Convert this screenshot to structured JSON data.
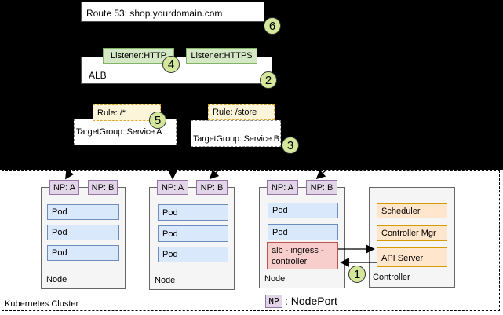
{
  "route53": {
    "label": "Route 53: shop.yourdomain.com",
    "badge": "6"
  },
  "alb": {
    "label": "ALB",
    "badge": "2"
  },
  "listeners": [
    {
      "label": "Listener:HTTP"
    },
    {
      "label": "Listener:HTTPS"
    }
  ],
  "listeners_badge": "4",
  "rules": [
    {
      "label": "Rule: /*",
      "badge": "5"
    },
    {
      "label": "Rule: /store"
    }
  ],
  "target_groups": [
    {
      "label": "TargetGroup: Service A"
    },
    {
      "label": "TargetGroup: Service B"
    }
  ],
  "target_groups_badge": "3",
  "cluster": {
    "label": "Kubernetes Cluster",
    "nodes": [
      {
        "label": "Node",
        "nodeports": [
          "NP: A",
          "NP: B"
        ],
        "pods": [
          "Pod",
          "Pod",
          "Pod"
        ]
      },
      {
        "label": "Node",
        "nodeports": [
          "NP: A",
          "NP: B"
        ],
        "pods": [
          "Pod",
          "Pod",
          "Pod"
        ]
      },
      {
        "label": "Node",
        "nodeports": [
          "NP: A",
          "NP: B"
        ],
        "pods": [
          "Pod",
          "Pod"
        ],
        "ingress_lines": [
          "alb - ingress -",
          "controller"
        ],
        "badge": "1"
      }
    ],
    "controller": {
      "label": "Controller",
      "components": [
        "Scheduler",
        "Controller Mgr",
        "API Server"
      ]
    },
    "legend": {
      "np": "NP",
      "text": ": NodePort"
    }
  },
  "colors": {
    "background_top": "#000000",
    "green_fill": "#d5e8c6",
    "green_border": "#82b366",
    "yellow_fill": "#fdf5d9",
    "yellow_border": "#dda728",
    "purple_fill": "#e1d5e7",
    "purple_border": "#9673a6",
    "blue_fill": "#dae8fc",
    "blue_border": "#6c8ebf",
    "red_fill": "#f8cecc",
    "red_border": "#b85450",
    "orange_fill": "#ffe6cc",
    "orange_border": "#d79b00",
    "node_fill": "#f5f5f5",
    "node_border": "#666666",
    "badge_fill": "#d4e79b",
    "badge_border": "#2f3337"
  }
}
